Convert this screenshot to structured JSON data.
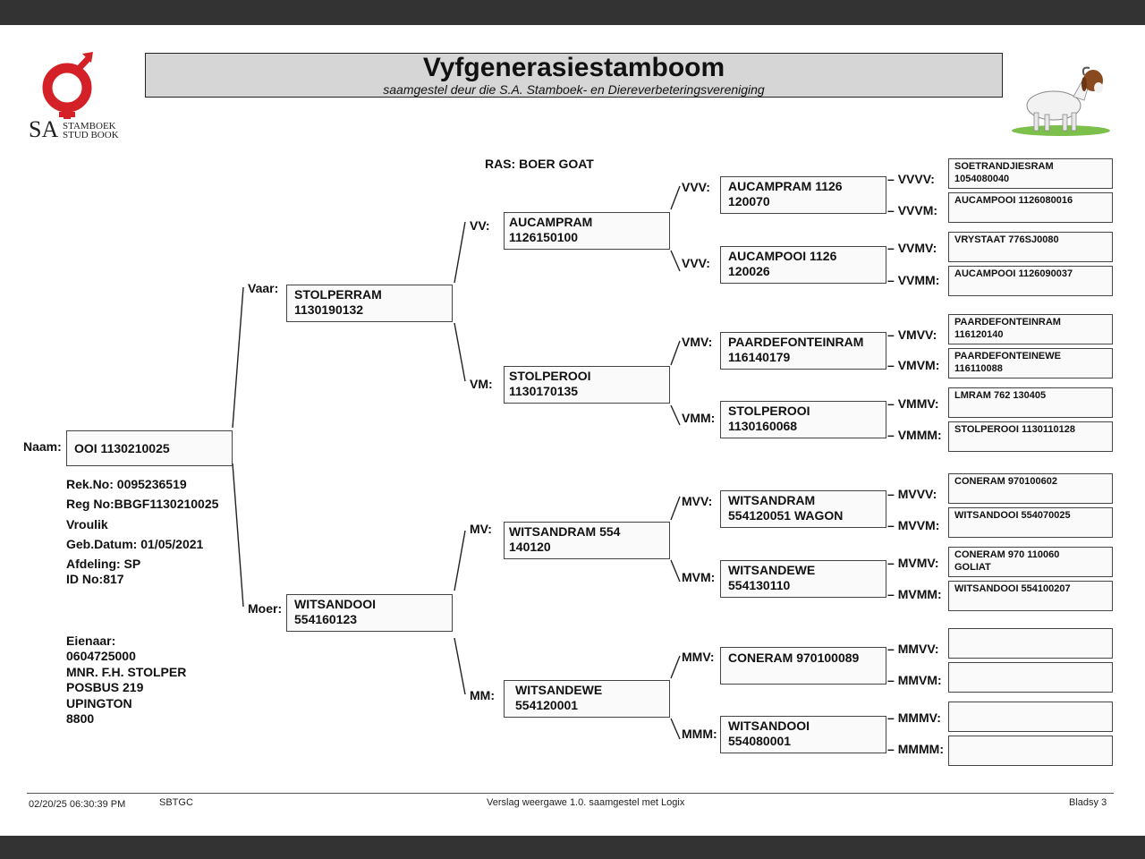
{
  "header": {
    "title": "Vyfgenerasiestamboom",
    "subtitle": "saamgestel deur die S.A. Stamboek- en Diereverbeteringsvereniging",
    "logo_sa": "SA",
    "logo_line1": "STAMBOEK",
    "logo_line2": "STUD BOOK",
    "ras": "RAS: BOER GOAT"
  },
  "animal": {
    "naam_label": "Naam:",
    "naam": "OOI 1130210025",
    "rek_no": "Rek.No: 0095236519",
    "reg_no": "Reg No:BBGF1130210025",
    "geslag": "Vroulik",
    "geb_datum": "Geb.Datum: 01/05/2021",
    "afdeling": "Afdeling: SP",
    "id_no": "ID No:817"
  },
  "owner": {
    "label": "Eienaar:",
    "line1": "0604725000",
    "line2": "MNR. F.H. STOLPER",
    "line3": "POSBUS 219",
    "line4": "UPINGTON",
    "line5": "8800"
  },
  "labels": {
    "vaar": "Vaar:",
    "moer": "Moer:",
    "vv": "VV:",
    "vm": "VM:",
    "mv": "MV:",
    "mm": "MM:",
    "vvv": "VVV:",
    "vvm": "VVV:",
    "vmv": "VMV:",
    "vmm": "VMM:",
    "mvv": "MVV:",
    "mvm": "MVM:",
    "mmv": "MMV:",
    "mmm": "MMM:",
    "vvvv": "VVVV:",
    "vvvm": "VVVM:",
    "vvmv": "VVMV:",
    "vvmm": "VVMM:",
    "vmvv": "VMVV:",
    "vmvm": "VMVM:",
    "vmmv": "VMMV:",
    "vmmm": "VMMM:",
    "mvvv": "MVVV:",
    "mvvm": "MVVM:",
    "mvmv": "MVMV:",
    "mvmm": "MVMM:",
    "mmvv": "MMVV:",
    "mmvm": "MMVM:",
    "mmmv": "MMMV:",
    "mmmm": "MMMM:"
  },
  "pedigree": {
    "vaar": "STOLPERRAM\n1130190132",
    "moer": "WITSANDOOI\n554160123",
    "vv": "AUCAMPRAM\n1126150100",
    "vm": "STOLPEROOI\n1130170135",
    "mv": "WITSANDRAM 554\n140120",
    "mm": "WITSANDEWE\n554120001",
    "vvv": "AUCAMPRAM 1126\n120070",
    "vvm": "AUCAMPOOI 1126\n120026",
    "vmv": "PAARDEFONTEINRAM\n116140179",
    "vmm": "STOLPEROOI\n1130160068",
    "mvv": "WITSANDRAM\n554120051 WAGON",
    "mvm": "WITSANDEWE\n554130110",
    "mmv": "CONERAM 970100089",
    "mmm": "WITSANDOOI\n554080001",
    "vvvv": "SOETRANDJIESRAM\n1054080040",
    "vvvm": "AUCAMPOOI 1126080016",
    "vvmv": "VRYSTAAT 776SJ0080",
    "vvmm": "AUCAMPOOI 1126090037",
    "vmvv": "PAARDEFONTEINRAM\n116120140",
    "vmvm": "PAARDEFONTEINEWE\n116110088",
    "vmmv": "LMRAM 762 130405",
    "vmmm": "STOLPEROOI 1130110128",
    "mvvv": "CONERAM 970100602",
    "mvvm": "WITSANDOOI 554070025",
    "mvmv": "CONERAM 970 110060\nGOLIAT",
    "mvmm": "WITSANDOOI 554100207",
    "mmvv": "",
    "mmvm": "",
    "mmmv": "",
    "mmmm": ""
  },
  "footer": {
    "datetime": "02/20/25 06:30:39 PM",
    "code": "SBTGC",
    "center": "Verslag weergawe 1.0. saamgestel met Logix",
    "page": "Bladsy 3"
  },
  "colors": {
    "logo_red": "#d42027",
    "title_bg": "#d6d6d6",
    "frame": "#333333"
  }
}
